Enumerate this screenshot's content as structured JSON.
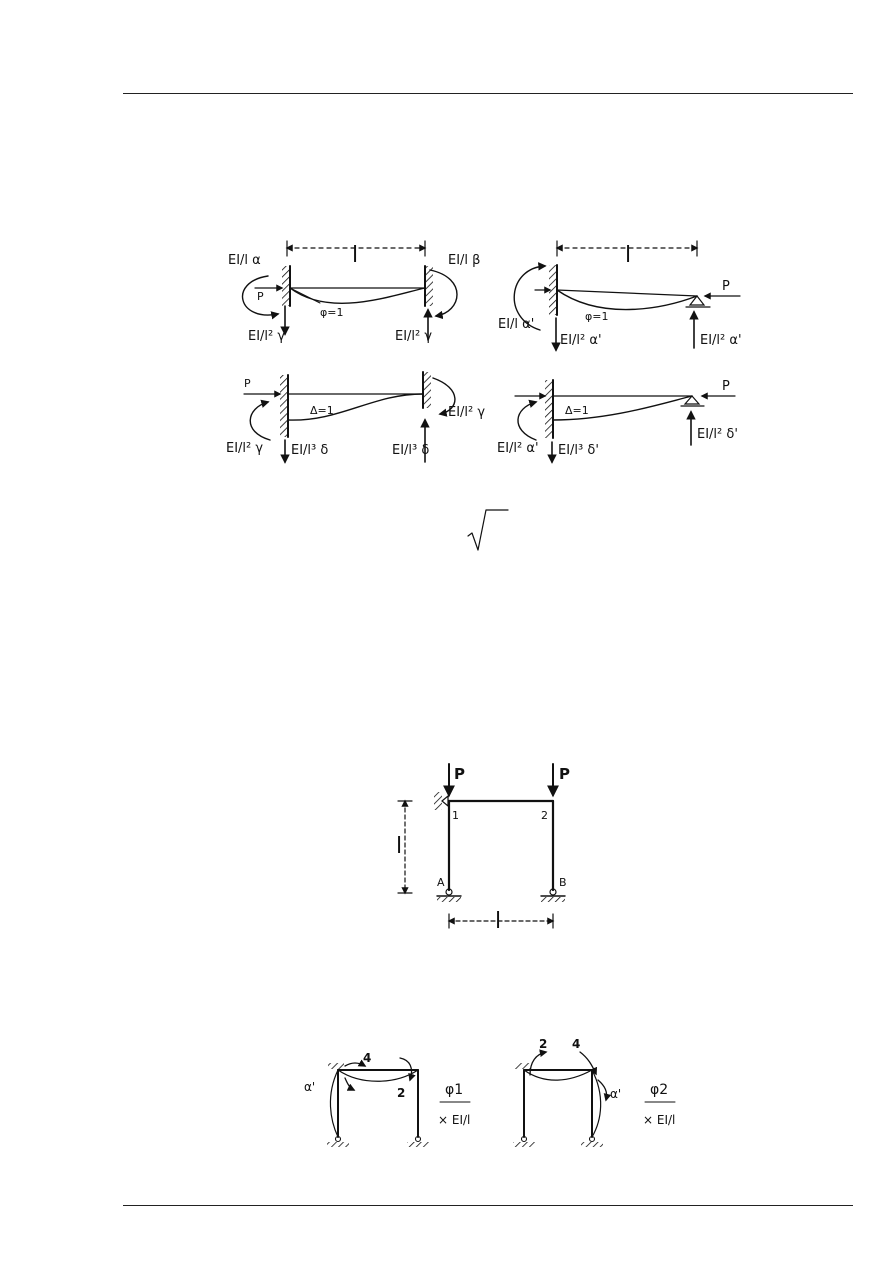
{
  "figure_top": {
    "panel_a": {
      "span_label": "l",
      "left_moment": "EI/l α",
      "right_moment": "EI/l β",
      "axial_load": "P",
      "rotation_label": "φ=1",
      "left_shear": "EI/l² γ",
      "right_shear": "EI/l² γ"
    },
    "panel_b": {
      "span_label": "l",
      "axial_load": "P",
      "left_moment": "EI/l α'",
      "rotation_label": "φ=1",
      "left_shear": "EI/l² α'",
      "right_shear": "EI/l² α'"
    },
    "panel_c": {
      "axial_load": "P",
      "translation_label": "Δ=1",
      "right_moment": "EI/l² γ",
      "left_moment": "EI/l² γ",
      "left_shear": "EI/l³ δ",
      "right_shear": "EI/l³ δ"
    },
    "panel_d": {
      "axial_load": "P",
      "translation_label": "Δ=1",
      "left_moment": "EI/l² α'",
      "left_shear": "EI/l³ δ'",
      "right_shear": "EI/l² δ'"
    }
  },
  "frame_figure": {
    "load_left": "P",
    "load_right": "P",
    "node_1": "1",
    "node_2": "2",
    "support_a": "A",
    "support_b": "B",
    "height_label": "l",
    "width_label": "l"
  },
  "mode_figures": {
    "left": {
      "coef_4": "4",
      "coef_2": "2",
      "coef_alpha": "α'",
      "multiplier_symbol": "φ1",
      "multiplier_factor": "× EI/l"
    },
    "right": {
      "coef_2": "2",
      "coef_4": "4",
      "coef_alpha": "α'",
      "multiplier_symbol": "φ2",
      "multiplier_factor": "× EI/l"
    }
  }
}
